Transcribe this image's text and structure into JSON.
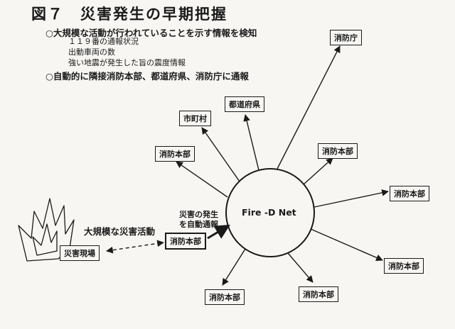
{
  "title": "図７　災害発生の早期把握",
  "bullets": [
    "○大規模な活動が行われていることを示す情報を検知",
    "○自動的に隣接消防本部、都道府県、消防庁に通報"
  ],
  "sub_items": [
    "１１９番の通報状況",
    "出動車両の数",
    "強い地震が発生した旨の震度情報"
  ],
  "hub_label": "Fire -D Net",
  "nodes": {
    "fdma": "消防庁",
    "prefecture": "都道府県",
    "municipality": "市町村",
    "hq_upper_left": "消防本部",
    "hq_upper_right": "消防本部",
    "hq_right": "消防本部",
    "hq_lower_right": "消防本部",
    "hq_bottom_right": "消防本部",
    "hq_bottom_left": "消防本部",
    "hq_local": "消防本部",
    "disaster_site": "災害現場"
  },
  "labels": {
    "large_activity": "大規模な災害活動",
    "auto_notify_line1": "災害の発生",
    "auto_notify_line2": "を自動通報"
  }
}
